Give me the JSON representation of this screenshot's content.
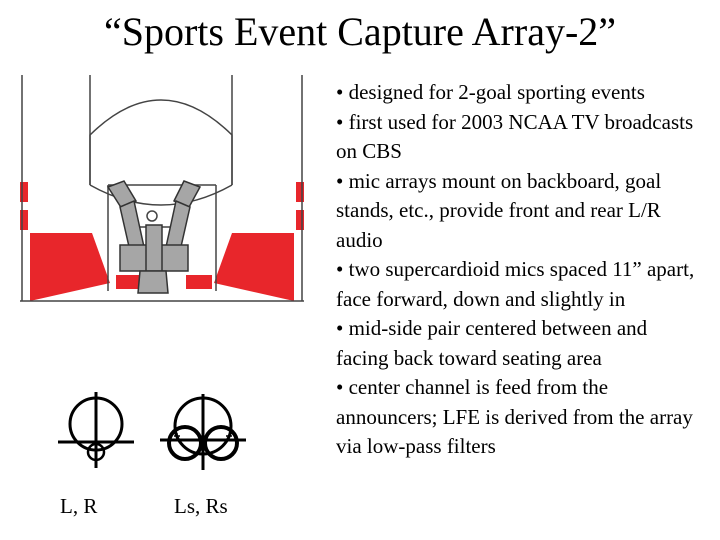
{
  "slide": {
    "title": "“Sports Event Capture Array-2”",
    "bullets": [
      "• designed for 2-goal sporting events",
      "• first used for 2003 NCAA TV broadcasts on CBS",
      "• mic arrays mount on backboard, goal stands, etc., provide front and rear L/R audio",
      "• two supercardioid mics spaced 11” apart, face forward, down and slightly in",
      "• mid-side pair centered between and facing back toward seating area",
      "• center channel is feed from the announcers; LFE is derived from the array via low-pass filters"
    ],
    "captions": {
      "front": "L, R",
      "rear": "Ls, Rs"
    },
    "colors": {
      "court_red": "#e8262b",
      "mic_gray": "#a6a6a6"
    }
  }
}
